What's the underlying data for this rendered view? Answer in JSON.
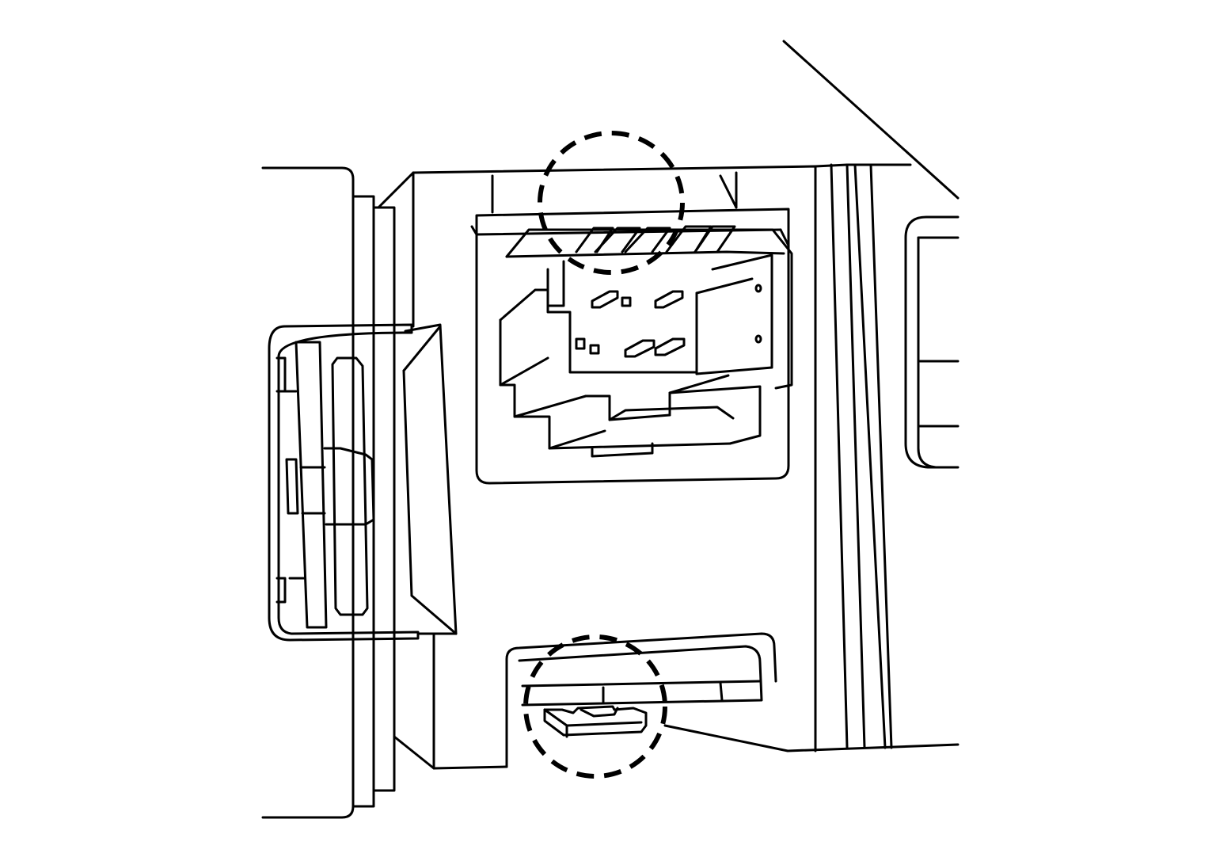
{
  "diagram": {
    "type": "line-drawing",
    "subject": "connector-and-retainer-tabs",
    "callouts": [
      {
        "id": "upper-latch-callout",
        "shape": "dashed-circle"
      },
      {
        "id": "lower-latch-callout",
        "shape": "dashed-circle"
      }
    ],
    "colors": {
      "line": "#000000",
      "background": "#ffffff"
    }
  }
}
